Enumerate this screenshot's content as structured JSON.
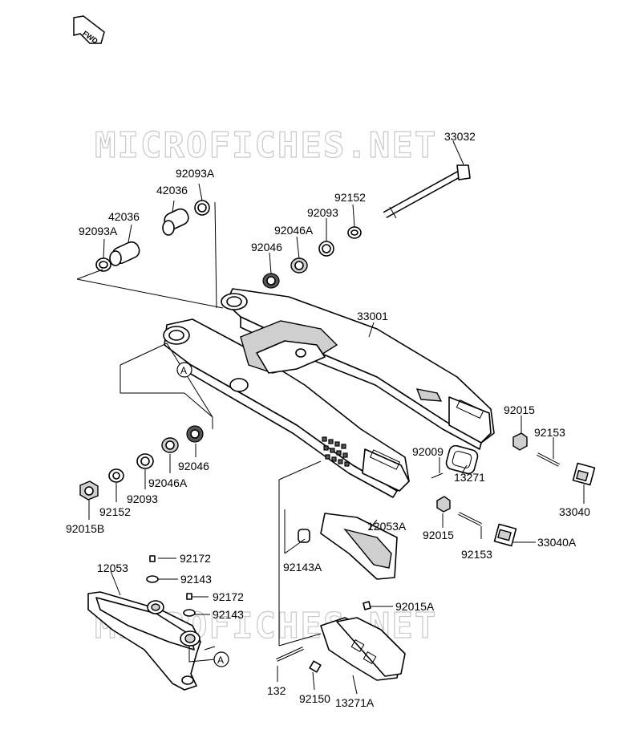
{
  "watermark": "MICROFICHES.NET",
  "fwd_badge": "FWD",
  "ref_marker": "A",
  "parts": {
    "p33032": "33032",
    "p92093A_top": "92093A",
    "p42036_top": "42036",
    "p42036_left": "42036",
    "p92093A_left": "92093A",
    "p92152_top": "92152",
    "p92093_top": "92093",
    "p92046A_top": "92046A",
    "p92046_top": "92046",
    "p33001": "33001",
    "p92015_right": "92015",
    "p92153_right": "92153",
    "p92009": "92009",
    "p13271": "13271",
    "p33040": "33040",
    "p92015_mid": "92015",
    "p92153_mid": "92153",
    "p33040A": "33040A",
    "p12053A": "12053A",
    "p92143A": "92143A",
    "p92046_left": "92046",
    "p92046A_left": "92046A",
    "p92093_left": "92093",
    "p92152_left": "92152",
    "p92015B": "92015B",
    "p92172_a": "92172",
    "p12053": "12053",
    "p92143_a": "92143",
    "p92172_b": "92172",
    "p92143_b": "92143",
    "p92015A": "92015A",
    "p132": "132",
    "p92150": "92150",
    "p13271A": "13271A"
  }
}
